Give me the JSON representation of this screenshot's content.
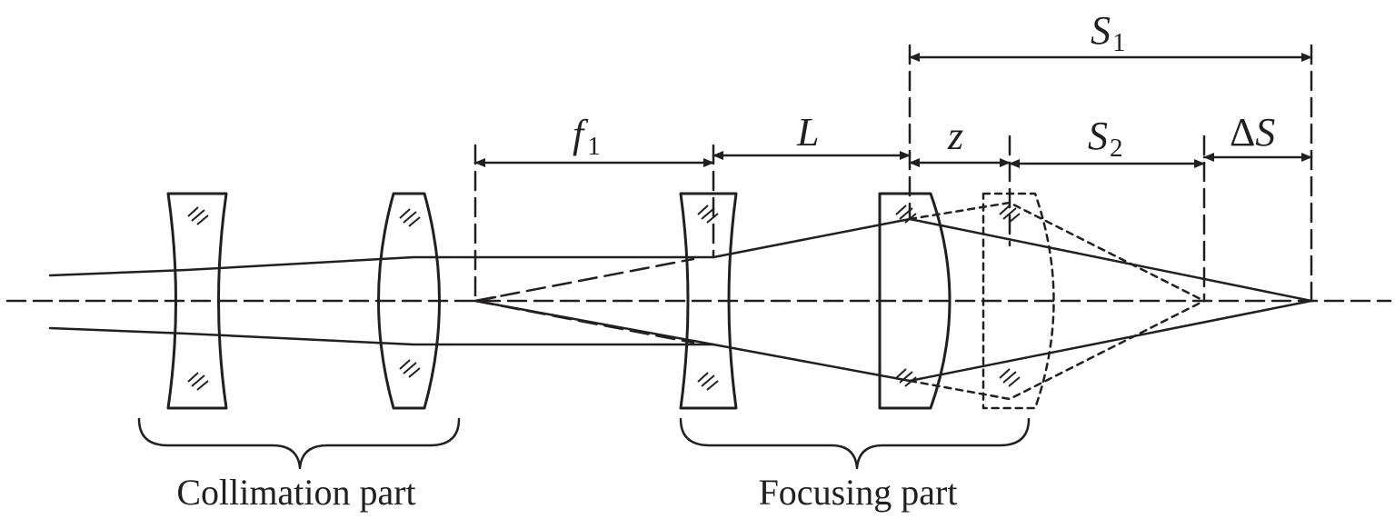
{
  "labels": {
    "collimation_part": "Collimation part",
    "focusing_part": "Focusing part"
  },
  "dimensions": {
    "s1": {
      "symbol": "S",
      "subscript": "1"
    },
    "f1": {
      "symbol": "f",
      "subscript": "1"
    },
    "l": {
      "symbol": "L"
    },
    "z": {
      "symbol": "z"
    },
    "s2": {
      "symbol": "S",
      "subscript": "2"
    },
    "delta_s": {
      "prefix": "Δ",
      "symbol": "S"
    }
  },
  "colors": {
    "ink": "#231f20",
    "background": "#ffffff"
  }
}
